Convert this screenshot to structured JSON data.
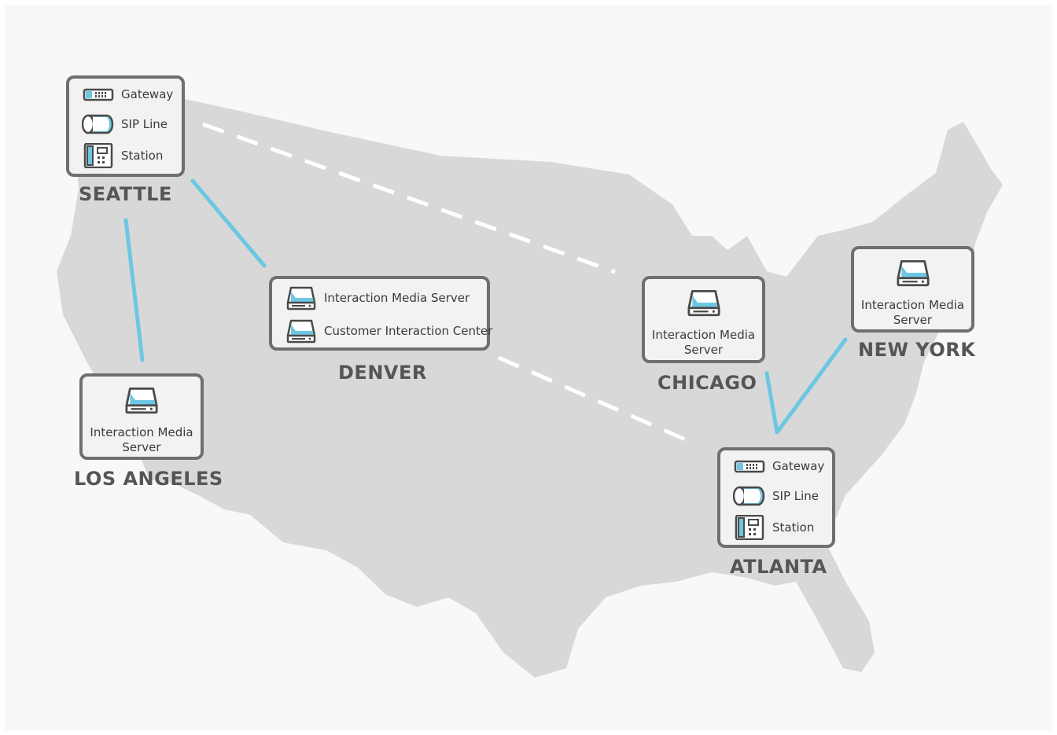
{
  "sites": {
    "seattle": {
      "city": "SEATTLE",
      "items": [
        {
          "icon": "gateway-icon",
          "label": "Gateway"
        },
        {
          "icon": "sip-line-icon",
          "label": "SIP Line"
        },
        {
          "icon": "station-icon",
          "label": "Station"
        }
      ]
    },
    "denver": {
      "city": "DENVER",
      "items": [
        {
          "icon": "server-icon",
          "label": "Interaction Media Server"
        },
        {
          "icon": "server-icon",
          "label": "Customer Interaction Center"
        }
      ]
    },
    "los_angeles": {
      "city": "LOS ANGELES",
      "icon": "server-icon",
      "label_line1": "Interaction Media",
      "label_line2": "Server"
    },
    "chicago": {
      "city": "CHICAGO",
      "icon": "server-icon",
      "label_line1": "Interaction Media",
      "label_line2": "Server"
    },
    "new_york": {
      "city": "NEW YORK",
      "icon": "server-icon",
      "label_line1": "Interaction Media",
      "label_line2": "Server"
    },
    "atlanta": {
      "city": "ATLANTA",
      "items": [
        {
          "icon": "gateway-icon",
          "label": "Gateway"
        },
        {
          "icon": "sip-line-icon",
          "label": "SIP Line"
        },
        {
          "icon": "station-icon",
          "label": "Station"
        }
      ]
    }
  },
  "connections": [
    {
      "from": "Seattle",
      "to": "Los Angeles",
      "style": "solid"
    },
    {
      "from": "Seattle",
      "to": "Denver",
      "style": "solid"
    },
    {
      "from": "Seattle",
      "to": "Chicago",
      "style": "dashed"
    },
    {
      "from": "Denver",
      "to": "Atlanta",
      "style": "dashed"
    },
    {
      "from": "Chicago",
      "to": "Atlanta",
      "style": "solid"
    },
    {
      "from": "New York",
      "to": "Atlanta",
      "style": "solid"
    }
  ],
  "colors": {
    "background": "#f8f8f8",
    "map_land": "#d8d8d8",
    "solid_link": "#6cc7e2",
    "dashed_link": "#ffffff",
    "box_border": "#6f6f6f",
    "box_fill": "#f2f2f2",
    "city_text": "#555555",
    "icon_accent": "#6cc7e2"
  }
}
